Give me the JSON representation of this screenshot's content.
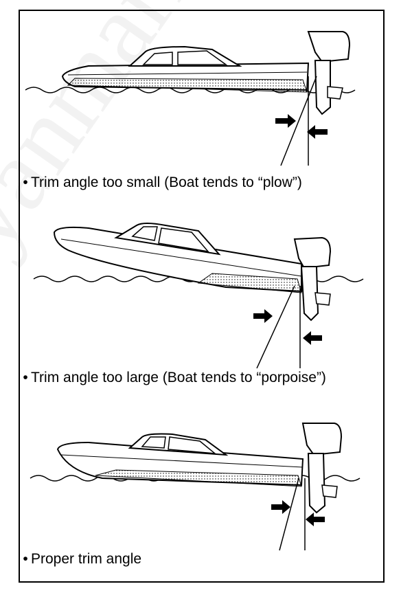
{
  "watermark": {
    "text": "yanmarine.co"
  },
  "panels": [
    {
      "caption": "Trim angle too small (Boat tends to “plow”)"
    },
    {
      "caption": "Trim angle too large (Boat tends to “porpoise”)"
    },
    {
      "caption": "Proper trim angle"
    }
  ],
  "bullet": "•"
}
